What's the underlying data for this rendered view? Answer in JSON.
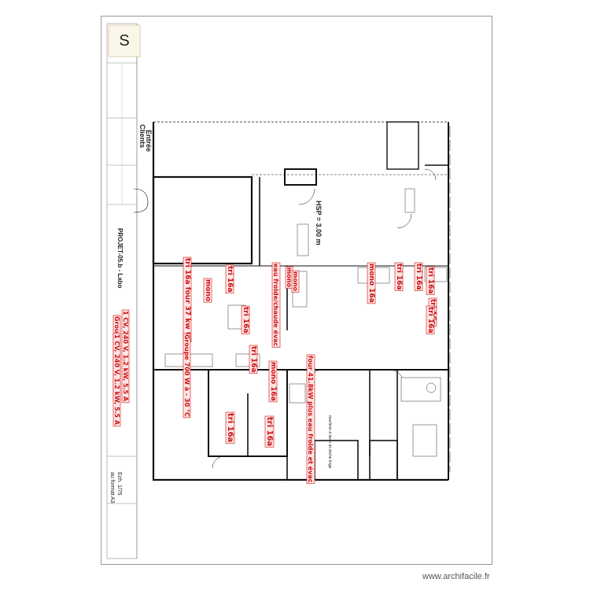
{
  "title_block": {
    "project": "PROJET-05.b - Labo",
    "scale": "Ech. 1/75",
    "format": "au format A3"
  },
  "rooms": {
    "entree": "Entrée",
    "client": "Clients",
    "hsp": "HSP = 3.00 m",
    "plonge": "machine à laver et sèche linge"
  },
  "annotations": [
    "tri 16a four 37 kw tri",
    "tri 16a",
    "mono",
    "eau froide/chaude évac",
    "mono",
    "mono",
    "mono 16a",
    "tri 16a",
    "tri 16a",
    "tri 16a",
    "Groupe 700 W à - 30 °C",
    "1 CV, 240 V, 1.2 kW, 5.5 A",
    "Groupe 700 W à - 30 °C",
    "1 CV, 240 V, 1.2 kW, 5.5 A",
    "tri 16a",
    "tri 16a",
    "mono 16a",
    "four 41.8kW plus eau froide et évac",
    "tri 16a",
    "tri 16a",
    "tri 16a",
    "tri 16a"
  ],
  "watermark": "www.archifacile.fr",
  "colors": {
    "annotation": "#cc1111",
    "wall": "#111111"
  }
}
